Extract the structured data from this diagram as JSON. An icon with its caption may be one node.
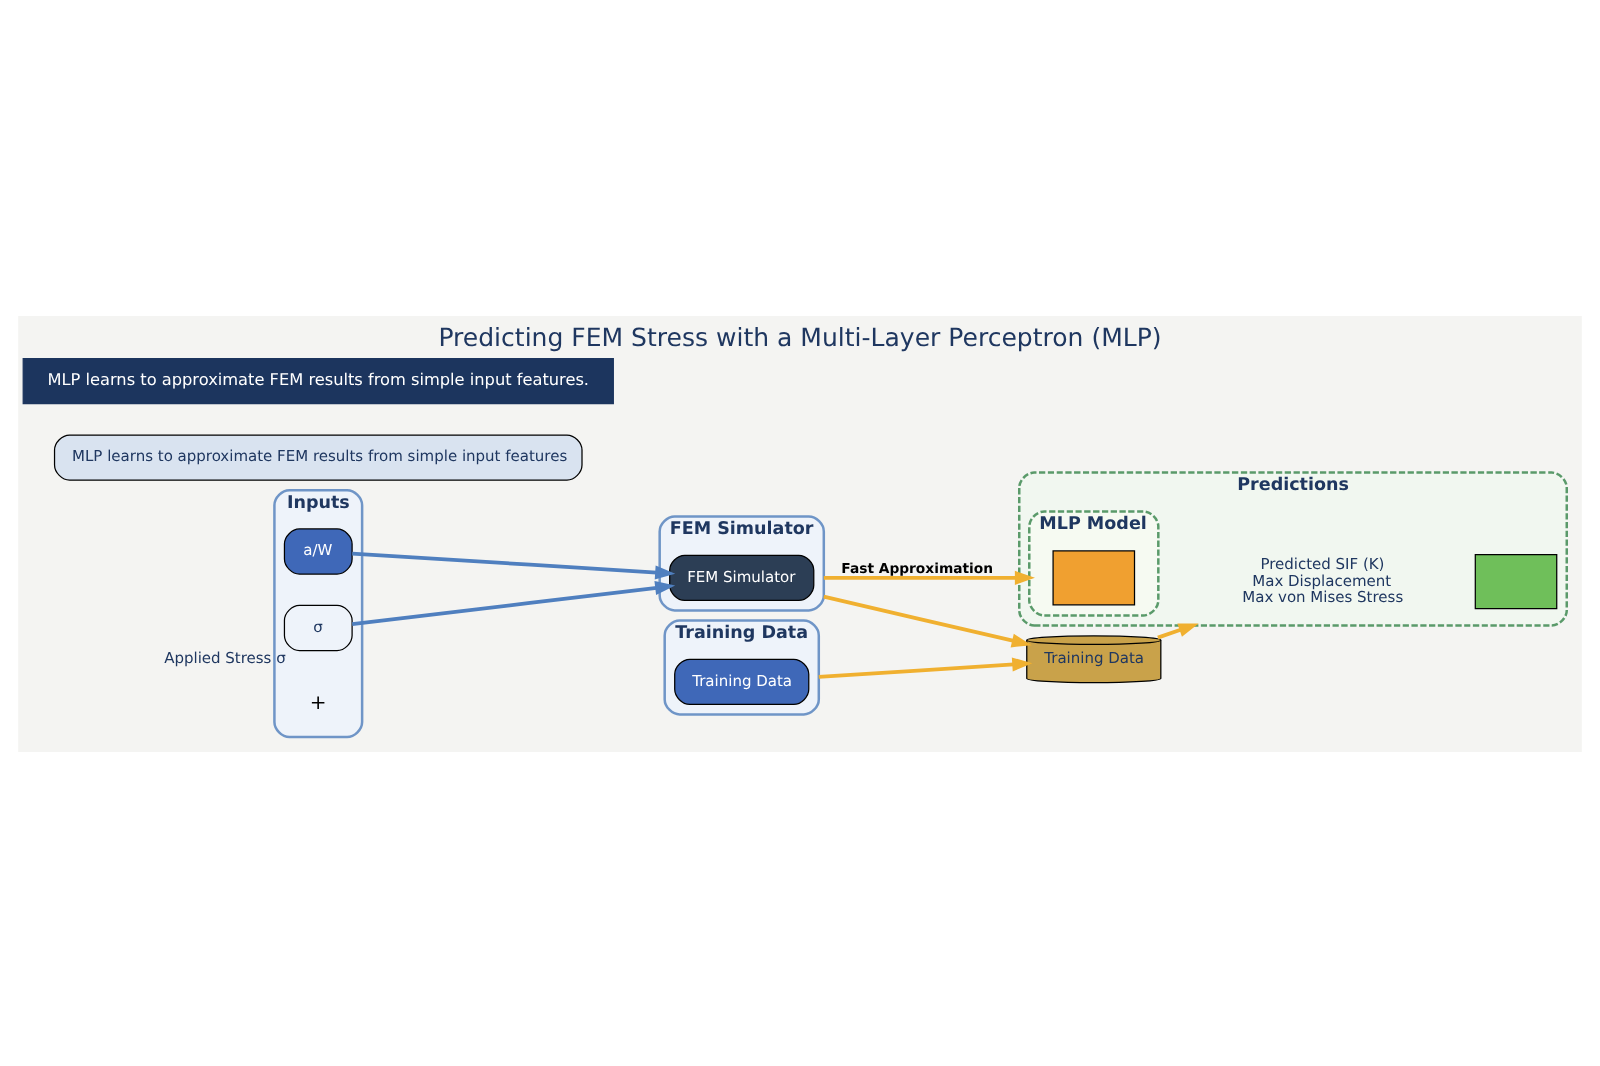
{
  "diagram": {
    "title": "Predicting FEM Stress with a Multi-Layer Perceptron (MLP)",
    "nodes": [
      {
        "text": [
          "Inputs"
        ]
      },
      {
        "text": [
          "a/W"
        ],
        "in": 0
      },
      {
        "text": [
          "σ"
        ],
        "in": 0,
        "beside": [
          "Applied Stress σ"
        ]
      },
      {
        "text": [
          "FEM Simulator"
        ]
      },
      {
        "text": [
          "FEM Simulator"
        ],
        "in": 3
      },
      {
        "text": [
          "Predictions"
        ]
      },
      {
        "text": [
          "MLP Model"
        ],
        "in": 5
      },
      {
        "text": [],
        "shape": "box",
        "in": 6
      },
      {
        "text": [
          "Predicted SIF (K)",
          "Max Displacement",
          "Max von Mises Stress"
        ],
        "in": 5
      },
      {
        "text": [],
        "shape": "box",
        "in": 5
      },
      {
        "text": [
          "Training Data"
        ]
      },
      {
        "text": [
          "Training Data"
        ],
        "in": 10
      },
      {
        "text": [
          "Training Data"
        ]
      },
      {
        "text": [
          "MLP learns to approximate FEM results from simple input features"
        ]
      }
    ],
    "edges": [
      {
        "from": 1,
        "to": 4,
        "arrow": "to",
        "color": "#4f7fbf"
      },
      {
        "from": 2,
        "to": 4,
        "arrow": "to",
        "color": "#4f7fbf"
      },
      {
        "from": 3,
        "to": 6,
        "arrow": "to",
        "label": "Fast Approximation"
      },
      {
        "from": 3,
        "to": 12,
        "arrow": "to"
      },
      {
        "from": 10,
        "to": 12,
        "arrow": "to"
      },
      {
        "from": 12,
        "to": 5,
        "arrow": "to"
      }
    ],
    "labels": [
      "+",
      "MLP learns to approximate FEM results from simple input features."
    ]
  }
}
